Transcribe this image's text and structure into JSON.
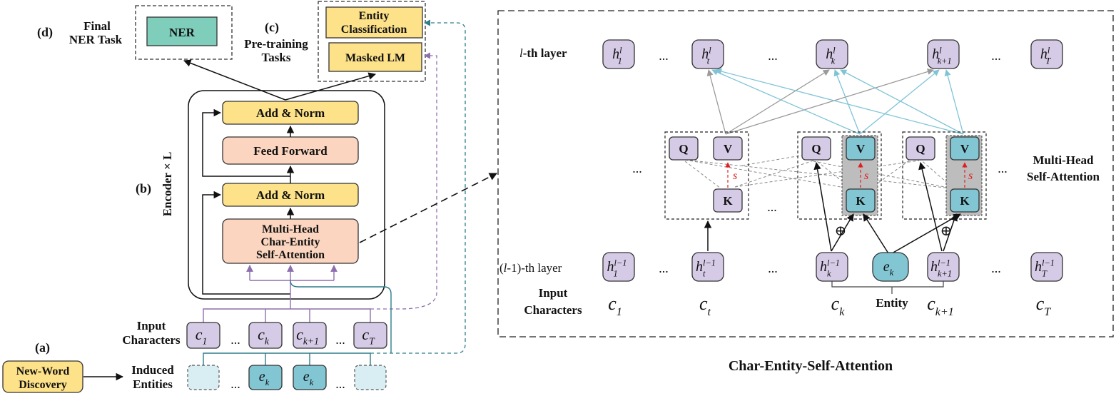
{
  "colors": {
    "ner_fill": "#7fcdbb",
    "addnorm_fill": "#fde28a",
    "ff_fill": "#fbd5bf",
    "attn_fill": "#fbd5bf",
    "task_fill": "#fde28a",
    "char_fill": "#d6cbe6",
    "entity_fill": "#82c6d4",
    "entity_light": "#d9eef3",
    "newword_fill": "#fde28a",
    "purple_line": "#8e6fae",
    "teal_line": "#2e7d8a",
    "cyan_arrow": "#7fc4d6",
    "gray_arrow": "#9a9a9a",
    "red": "#e02020",
    "shade": "#bdbdbd"
  },
  "left": {
    "label_d": "(d)",
    "final_line1": "Final",
    "final_line2": "NER Task",
    "ner": "NER",
    "label_c": "(c)",
    "pretrain_line1": "Pre-training",
    "pretrain_line2": "Tasks",
    "entity_cls_line1": "Entity",
    "entity_cls_line2": "Classification",
    "masked_lm": "Masked LM",
    "label_b": "(b)",
    "encoder": "Encoder × L",
    "add_norm_top": "Add & Norm",
    "feed_forward": "Feed Forward",
    "add_norm_bottom": "Add & Norm",
    "attn_line1": "Multi-Head",
    "attn_line2": "Char-Entity",
    "attn_line3": "Self-Attention",
    "input_line1": "Input",
    "input_line2": "Characters",
    "chars": [
      {
        "base": "c",
        "sub": "1"
      },
      {
        "base": "c",
        "sub": "k"
      },
      {
        "base": "c",
        "sub": "k+1"
      },
      {
        "base": "c",
        "sub": "T"
      }
    ],
    "ellipsis": "...",
    "label_a": "(a)",
    "newword_line1": "New-Word",
    "newword_line2": "Discovery",
    "induced_line1": "Induced",
    "induced_line2": "Entities",
    "entities": [
      {
        "base": "e",
        "sub": "k"
      },
      {
        "base": "e",
        "sub": "k"
      }
    ]
  },
  "right": {
    "lth_prefix": "l",
    "lth_suffix": "-th layer",
    "prev_prefix": "(",
    "prev_italic": "l",
    "prev_suffix": "-1)-th layer",
    "input_line1": "Input",
    "input_line2": "Characters",
    "top_nodes": [
      {
        "base": "h",
        "sub": "1",
        "sup": "l"
      },
      {
        "base": "h",
        "sub": "t",
        "sup": "l"
      },
      {
        "base": "h",
        "sub": "k",
        "sup": "l"
      },
      {
        "base": "h",
        "sub": "k+1",
        "sup": "l"
      },
      {
        "base": "h",
        "sub": "T",
        "sup": "l"
      }
    ],
    "bottom_nodes": [
      {
        "base": "h",
        "sub": "1",
        "sup": "l−1"
      },
      {
        "base": "h",
        "sub": "t",
        "sup": "l−1"
      },
      {
        "base": "h",
        "sub": "k",
        "sup": "l−1"
      },
      {
        "base": "e",
        "sub": "k",
        "sup": ""
      },
      {
        "base": "h",
        "sub": "k+1",
        "sup": "l−1"
      },
      {
        "base": "h",
        "sub": "T",
        "sup": "l−1"
      }
    ],
    "chars": [
      {
        "base": "c",
        "sub": "1"
      },
      {
        "base": "c",
        "sub": "t"
      },
      {
        "base": "c",
        "sub": "k"
      },
      {
        "base": "c",
        "sub": "k+1"
      },
      {
        "base": "c",
        "sub": "T"
      }
    ],
    "q": "Q",
    "k": "K",
    "v": "V",
    "s": "s",
    "oplus": "⊕",
    "entity": "Entity",
    "mh_line1": "Multi-Head",
    "mh_line2": "Self-Attention",
    "ellipsis": "...",
    "caption": "Char-Entity-Self-Attention"
  }
}
